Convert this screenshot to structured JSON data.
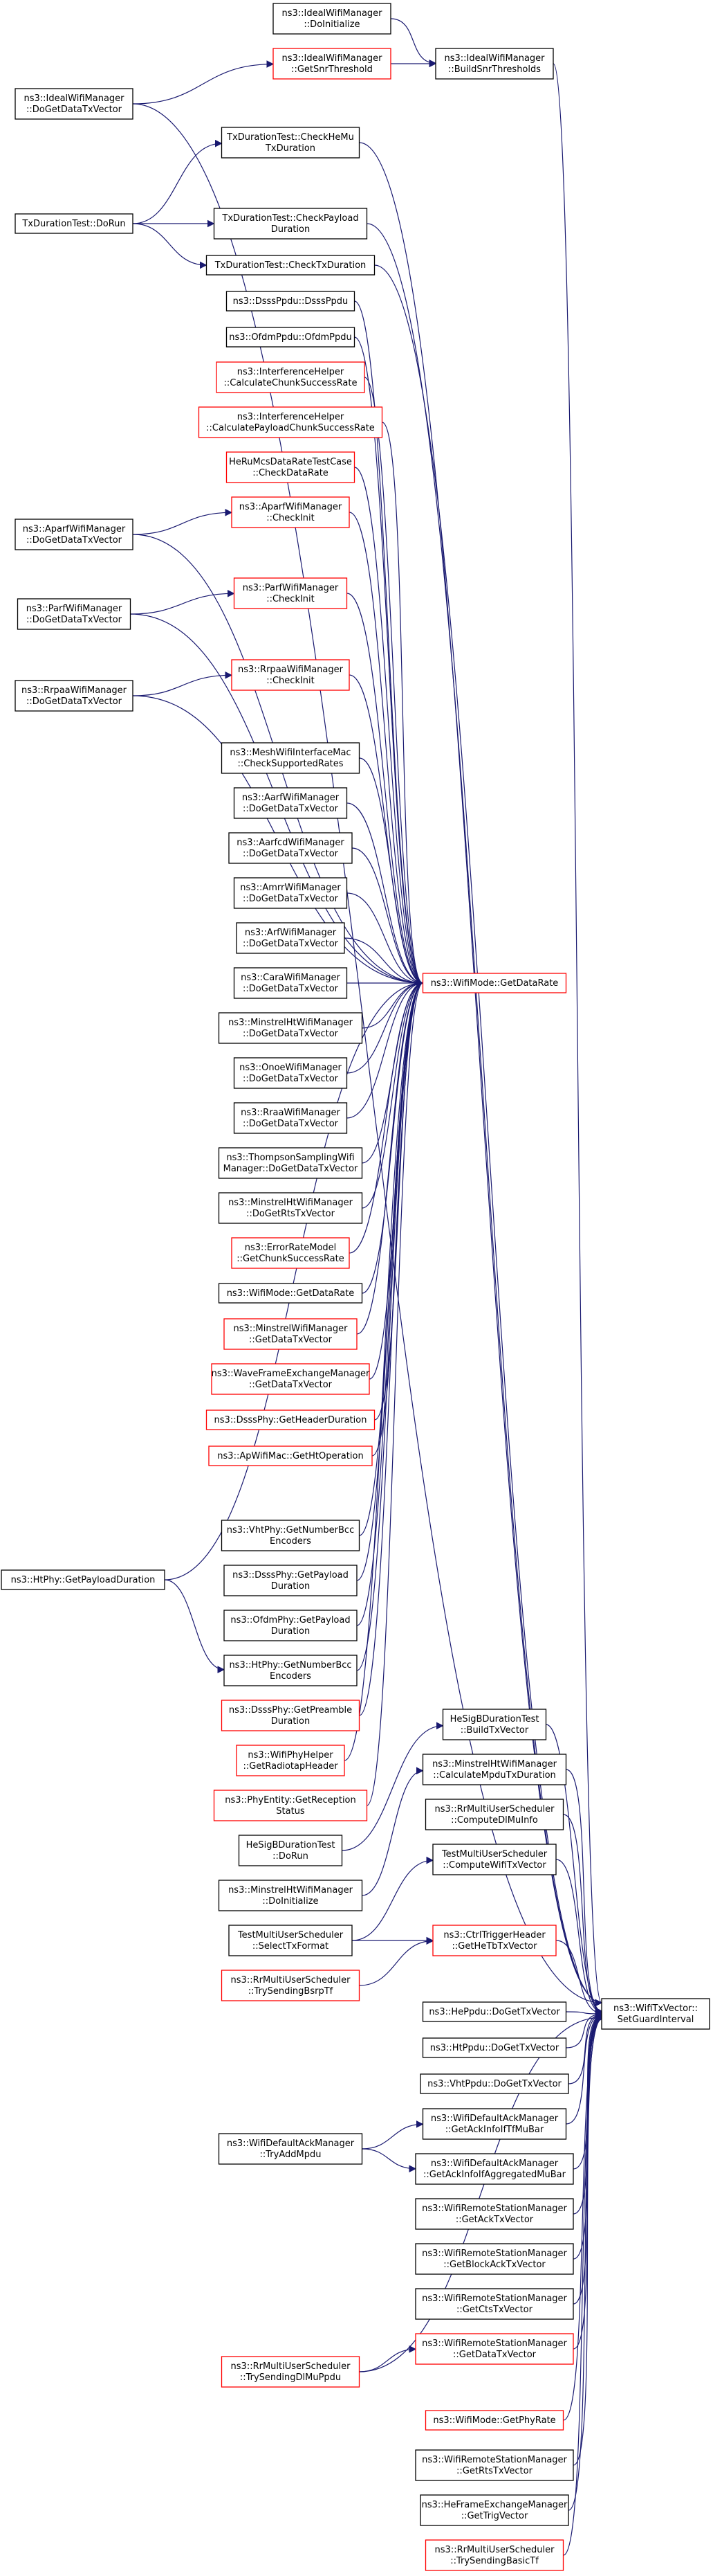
{
  "graph": {
    "type": "call-graph",
    "colors": {
      "edge": "#191970",
      "documented_border": "#000000",
      "undocumented_border": "#ff0000",
      "target_fill": "#bfbfbf",
      "default_fill": "#ffffff"
    },
    "nodes": [
      {
        "id": "target",
        "lines": [
          "ns3::WifiTxVector::",
          "SetGuardInterval"
        ],
        "border": "black",
        "highlight": true
      },
      {
        "id": "ideal_doinit",
        "lines": [
          "ns3::IdealWifiManager",
          "::DoInitialize"
        ],
        "border": "black"
      },
      {
        "id": "ideal_getsnr",
        "lines": [
          "ns3::IdealWifiManager",
          "::GetSnrThreshold"
        ],
        "border": "red"
      },
      {
        "id": "ideal_build",
        "lines": [
          "ns3::IdealWifiManager",
          "::BuildSnrThresholds"
        ],
        "border": "black"
      },
      {
        "id": "ideal_dogetdata",
        "lines": [
          "ns3::IdealWifiManager",
          "::DoGetDataTxVector"
        ],
        "border": "black"
      },
      {
        "id": "txdur_checkhemu",
        "lines": [
          "TxDurationTest::CheckHeMu",
          "TxDuration"
        ],
        "border": "black"
      },
      {
        "id": "txdur_dorun",
        "lines": [
          "TxDurationTest::DoRun"
        ],
        "border": "black"
      },
      {
        "id": "txdur_checkpayload",
        "lines": [
          "TxDurationTest::CheckPayload",
          "Duration"
        ],
        "border": "black"
      },
      {
        "id": "txdur_checktx",
        "lines": [
          "TxDurationTest::CheckTxDuration"
        ],
        "border": "black"
      },
      {
        "id": "dsss_ppdu",
        "lines": [
          "ns3::DsssPpdu::DsssPpdu"
        ],
        "border": "black"
      },
      {
        "id": "ofdm_ppdu",
        "lines": [
          "ns3::OfdmPpdu::OfdmPpdu"
        ],
        "border": "black"
      },
      {
        "id": "ih_chunk",
        "lines": [
          "ns3::InterferenceHelper",
          "::CalculateChunkSuccessRate"
        ],
        "border": "red"
      },
      {
        "id": "ih_payload",
        "lines": [
          "ns3::InterferenceHelper",
          "::CalculatePayloadChunkSuccessRate"
        ],
        "border": "red"
      },
      {
        "id": "heru_check",
        "lines": [
          "HeRuMcsDataRateTestCase",
          "::CheckDataRate"
        ],
        "border": "red"
      },
      {
        "id": "aparf_checkinit",
        "lines": [
          "ns3::AparfWifiManager",
          "::CheckInit"
        ],
        "border": "red"
      },
      {
        "id": "aparf_dogetdata",
        "lines": [
          "ns3::AparfWifiManager",
          "::DoGetDataTxVector"
        ],
        "border": "black"
      },
      {
        "id": "parf_checkinit",
        "lines": [
          "ns3::ParfWifiManager",
          "::CheckInit"
        ],
        "border": "red"
      },
      {
        "id": "parf_dogetdata",
        "lines": [
          "ns3::ParfWifiManager",
          "::DoGetDataTxVector"
        ],
        "border": "black"
      },
      {
        "id": "rrpaa_checkinit",
        "lines": [
          "ns3::RrpaaWifiManager",
          "::CheckInit"
        ],
        "border": "red"
      },
      {
        "id": "rrpaa_dogetdata",
        "lines": [
          "ns3::RrpaaWifiManager",
          "::DoGetDataTxVector"
        ],
        "border": "black"
      },
      {
        "id": "mesh_check",
        "lines": [
          "ns3::MeshWifiInterfaceMac",
          "::CheckSupportedRates"
        ],
        "border": "black"
      },
      {
        "id": "aarf_dogetdata",
        "lines": [
          "ns3::AarfWifiManager",
          "::DoGetDataTxVector"
        ],
        "border": "black"
      },
      {
        "id": "aarfcd_dogetdata",
        "lines": [
          "ns3::AarfcdWifiManager",
          "::DoGetDataTxVector"
        ],
        "border": "black"
      },
      {
        "id": "amrr_dogetdata",
        "lines": [
          "ns3::AmrrWifiManager",
          "::DoGetDataTxVector"
        ],
        "border": "black"
      },
      {
        "id": "arf_dogetdata",
        "lines": [
          "ns3::ArfWifiManager",
          "::DoGetDataTxVector"
        ],
        "border": "black"
      },
      {
        "id": "cara_dogetdata",
        "lines": [
          "ns3::CaraWifiManager",
          "::DoGetDataTxVector"
        ],
        "border": "black"
      },
      {
        "id": "wifimode_getdatarate_red",
        "lines": [
          "ns3::WifiMode::GetDataRate"
        ],
        "border": "red"
      },
      {
        "id": "minstrelht_dogetdata",
        "lines": [
          "ns3::MinstrelHtWifiManager",
          "::DoGetDataTxVector"
        ],
        "border": "black"
      },
      {
        "id": "onoe_dogetdata",
        "lines": [
          "ns3::OnoeWifiManager",
          "::DoGetDataTxVector"
        ],
        "border": "black"
      },
      {
        "id": "rraa_dogetdata",
        "lines": [
          "ns3::RraaWifiManager",
          "::DoGetDataTxVector"
        ],
        "border": "black"
      },
      {
        "id": "thompson_dogetdata",
        "lines": [
          "ns3::ThompsonSamplingWifi",
          "Manager::DoGetDataTxVector"
        ],
        "border": "black"
      },
      {
        "id": "minstrelht_dogetrts",
        "lines": [
          "ns3::MinstrelHtWifiManager",
          "::DoGetRtsTxVector"
        ],
        "border": "black"
      },
      {
        "id": "errrate_getchunk",
        "lines": [
          "ns3::ErrorRateModel",
          "::GetChunkSuccessRate"
        ],
        "border": "red"
      },
      {
        "id": "wifimode_getdatarate",
        "lines": [
          "ns3::WifiMode::GetDataRate"
        ],
        "border": "black"
      },
      {
        "id": "minstrel_getdata",
        "lines": [
          "ns3::MinstrelWifiManager",
          "::GetDataTxVector"
        ],
        "border": "red"
      },
      {
        "id": "wave_getdata",
        "lines": [
          "ns3::WaveFrameExchangeManager",
          "::GetDataTxVector"
        ],
        "border": "red"
      },
      {
        "id": "dsssphy_header",
        "lines": [
          "ns3::DsssPhy::GetHeaderDuration"
        ],
        "border": "red"
      },
      {
        "id": "apwifimac_ht",
        "lines": [
          "ns3::ApWifiMac::GetHtOperation"
        ],
        "border": "red"
      },
      {
        "id": "htphy_payload",
        "lines": [
          "ns3::HtPhy::GetPayloadDuration"
        ],
        "border": "black"
      },
      {
        "id": "vhtphy_nbcc",
        "lines": [
          "ns3::VhtPhy::GetNumberBcc",
          "Encoders"
        ],
        "border": "black"
      },
      {
        "id": "dsssphy_payload",
        "lines": [
          "ns3::DsssPhy::GetPayload",
          "Duration"
        ],
        "border": "black"
      },
      {
        "id": "ofdmphy_payload",
        "lines": [
          "ns3::OfdmPhy::GetPayload",
          "Duration"
        ],
        "border": "black"
      },
      {
        "id": "htphy_nbcc",
        "lines": [
          "ns3::HtPhy::GetNumberBcc",
          "Encoders"
        ],
        "border": "black"
      },
      {
        "id": "dsssphy_preamble",
        "lines": [
          "ns3::DsssPhy::GetPreamble",
          "Duration"
        ],
        "border": "red"
      },
      {
        "id": "wifiphyhelper_radiotap",
        "lines": [
          "ns3::WifiPhyHelper",
          "::GetRadiotapHeader"
        ],
        "border": "red"
      },
      {
        "id": "phyentity_reception",
        "lines": [
          "ns3::PhyEntity::GetReception",
          "Status"
        ],
        "border": "red"
      },
      {
        "id": "hesigb_dorun",
        "lines": [
          "HeSigBDurationTest",
          "::DoRun"
        ],
        "border": "black"
      },
      {
        "id": "minstrelht_doinit",
        "lines": [
          "ns3::MinstrelHtWifiManager",
          "::DoInitialize"
        ],
        "border": "black"
      },
      {
        "id": "hesigb_build",
        "lines": [
          "HeSigBDurationTest",
          "::BuildTxVector"
        ],
        "border": "black"
      },
      {
        "id": "minstrelht_calc",
        "lines": [
          "ns3::MinstrelHtWifiManager",
          "::CalculateMpduTxDuration"
        ],
        "border": "black"
      },
      {
        "id": "rrmu_computedl",
        "lines": [
          "ns3::RrMultiUserScheduler",
          "::ComputeDlMuInfo"
        ],
        "border": "black"
      },
      {
        "id": "testmu_compute",
        "lines": [
          "TestMultiUserScheduler",
          "::ComputeWifiTxVector"
        ],
        "border": "black"
      },
      {
        "id": "testmu_select",
        "lines": [
          "TestMultiUserScheduler",
          "::SelectTxFormat"
        ],
        "border": "black"
      },
      {
        "id": "rrmu_trybsrp",
        "lines": [
          "ns3::RrMultiUserScheduler",
          "::TrySendingBsrpTf"
        ],
        "border": "red"
      },
      {
        "id": "ctrltrigger",
        "lines": [
          "ns3::CtrlTriggerHeader",
          "::GetHeTbTxVector"
        ],
        "border": "red"
      },
      {
        "id": "heppdu",
        "lines": [
          "ns3::HePpdu::DoGetTxVector"
        ],
        "border": "black"
      },
      {
        "id": "htppdu",
        "lines": [
          "ns3::HtPpdu::DoGetTxVector"
        ],
        "border": "black"
      },
      {
        "id": "vhtppdu",
        "lines": [
          "ns3::VhtPpdu::DoGetTxVector"
        ],
        "border": "black"
      },
      {
        "id": "defack_tryadd",
        "lines": [
          "ns3::WifiDefaultAckManager",
          "::TryAddMpdu"
        ],
        "border": "black"
      },
      {
        "id": "defack_getackinfo",
        "lines": [
          "ns3::WifiDefaultAckManager",
          "::GetAckInfoIfTfMuBar"
        ],
        "border": "black"
      },
      {
        "id": "defack_getackagg",
        "lines": [
          "ns3::WifiDefaultAckManager",
          "::GetAckInfoIfAggregatedMuBar"
        ],
        "border": "black"
      },
      {
        "id": "rsm_getack",
        "lines": [
          "ns3::WifiRemoteStationManager",
          "::GetAckTxVector"
        ],
        "border": "black"
      },
      {
        "id": "rsm_getblockack",
        "lines": [
          "ns3::WifiRemoteStationManager",
          "::GetBlockAckTxVector"
        ],
        "border": "black"
      },
      {
        "id": "rsm_getcts",
        "lines": [
          "ns3::WifiRemoteStationManager",
          "::GetCtsTxVector"
        ],
        "border": "black"
      },
      {
        "id": "rrmu_trydlmu",
        "lines": [
          "ns3::RrMultiUserScheduler",
          "::TrySendingDlMuPpdu"
        ],
        "border": "red"
      },
      {
        "id": "rsm_getdata",
        "lines": [
          "ns3::WifiRemoteStationManager",
          "::GetDataTxVector"
        ],
        "border": "red"
      },
      {
        "id": "wifimode_getphyrate",
        "lines": [
          "ns3::WifiMode::GetPhyRate"
        ],
        "border": "red"
      },
      {
        "id": "rsm_getrts",
        "lines": [
          "ns3::WifiRemoteStationManager",
          "::GetRtsTxVector"
        ],
        "border": "black"
      },
      {
        "id": "hefem_gettrig",
        "lines": [
          "ns3::HeFrameExchangeManager",
          "::GetTrigVector"
        ],
        "border": "black"
      },
      {
        "id": "rrmu_trybasic",
        "lines": [
          "ns3::RrMultiUserScheduler",
          "::TrySendingBasicTf"
        ],
        "border": "red"
      }
    ],
    "edges": [
      [
        "ideal_doinit",
        "ideal_build"
      ],
      [
        "ideal_getsnr",
        "ideal_build"
      ],
      [
        "ideal_build",
        "target"
      ],
      [
        "ideal_dogetdata",
        "ideal_getsnr"
      ],
      [
        "ideal_dogetdata",
        "target"
      ],
      [
        "txdur_checkhemu",
        "target"
      ],
      [
        "txdur_dorun",
        "txdur_checkhemu"
      ],
      [
        "txdur_dorun",
        "txdur_checkpayload"
      ],
      [
        "txdur_dorun",
        "txdur_checktx"
      ],
      [
        "txdur_checkpayload",
        "target"
      ],
      [
        "txdur_checktx",
        "target"
      ],
      [
        "dsss_ppdu",
        "wifimode_getdatarate_red"
      ],
      [
        "ofdm_ppdu",
        "wifimode_getdatarate_red"
      ],
      [
        "ih_chunk",
        "wifimode_getdatarate_red"
      ],
      [
        "ih_payload",
        "wifimode_getdatarate_red"
      ],
      [
        "heru_check",
        "wifimode_getdatarate_red"
      ],
      [
        "aparf_checkinit",
        "wifimode_getdatarate_red"
      ],
      [
        "aparf_dogetdata",
        "aparf_checkinit"
      ],
      [
        "aparf_dogetdata",
        "wifimode_getdatarate_red"
      ],
      [
        "parf_checkinit",
        "wifimode_getdatarate_red"
      ],
      [
        "parf_dogetdata",
        "parf_checkinit"
      ],
      [
        "parf_dogetdata",
        "wifimode_getdatarate_red"
      ],
      [
        "rrpaa_checkinit",
        "wifimode_getdatarate_red"
      ],
      [
        "rrpaa_dogetdata",
        "rrpaa_checkinit"
      ],
      [
        "rrpaa_dogetdata",
        "wifimode_getdatarate_red"
      ],
      [
        "mesh_check",
        "wifimode_getdatarate_red"
      ],
      [
        "aarf_dogetdata",
        "wifimode_getdatarate_red"
      ],
      [
        "aarfcd_dogetdata",
        "wifimode_getdatarate_red"
      ],
      [
        "amrr_dogetdata",
        "wifimode_getdatarate_red"
      ],
      [
        "arf_dogetdata",
        "wifimode_getdatarate_red"
      ],
      [
        "cara_dogetdata",
        "wifimode_getdatarate_red"
      ],
      [
        "minstrelht_dogetdata",
        "wifimode_getdatarate_red"
      ],
      [
        "onoe_dogetdata",
        "wifimode_getdatarate_red"
      ],
      [
        "rraa_dogetdata",
        "wifimode_getdatarate_red"
      ],
      [
        "thompson_dogetdata",
        "wifimode_getdatarate_red"
      ],
      [
        "minstrelht_dogetrts",
        "wifimode_getdatarate_red"
      ],
      [
        "errrate_getchunk",
        "wifimode_getdatarate_red"
      ],
      [
        "wifimode_getdatarate",
        "wifimode_getdatarate_red"
      ],
      [
        "minstrel_getdata",
        "wifimode_getdatarate_red"
      ],
      [
        "wave_getdata",
        "wifimode_getdatarate_red"
      ],
      [
        "dsssphy_header",
        "wifimode_getdatarate_red"
      ],
      [
        "apwifimac_ht",
        "wifimode_getdatarate_red"
      ],
      [
        "htphy_payload",
        "wifimode_getdatarate_red"
      ],
      [
        "htphy_payload",
        "htphy_nbcc"
      ],
      [
        "vhtphy_nbcc",
        "wifimode_getdatarate_red"
      ],
      [
        "dsssphy_payload",
        "wifimode_getdatarate_red"
      ],
      [
        "ofdmphy_payload",
        "wifimode_getdatarate_red"
      ],
      [
        "htphy_nbcc",
        "wifimode_getdatarate_red"
      ],
      [
        "dsssphy_preamble",
        "wifimode_getdatarate_red"
      ],
      [
        "wifiphyhelper_radiotap",
        "wifimode_getdatarate_red"
      ],
      [
        "phyentity_reception",
        "wifimode_getdatarate_red"
      ],
      [
        "hesigb_dorun",
        "hesigb_build"
      ],
      [
        "minstrelht_doinit",
        "minstrelht_calc"
      ],
      [
        "hesigb_build",
        "target"
      ],
      [
        "minstrelht_calc",
        "target"
      ],
      [
        "rrmu_computedl",
        "target"
      ],
      [
        "testmu_compute",
        "target"
      ],
      [
        "testmu_select",
        "testmu_compute"
      ],
      [
        "testmu_select",
        "ctrltrigger"
      ],
      [
        "rrmu_trybsrp",
        "ctrltrigger"
      ],
      [
        "ctrltrigger",
        "target"
      ],
      [
        "heppdu",
        "target"
      ],
      [
        "htppdu",
        "target"
      ],
      [
        "vhtppdu",
        "target"
      ],
      [
        "defack_tryadd",
        "defack_getackinfo"
      ],
      [
        "defack_tryadd",
        "defack_getackagg"
      ],
      [
        "defack_getackinfo",
        "target"
      ],
      [
        "defack_getackagg",
        "target"
      ],
      [
        "rsm_getack",
        "target"
      ],
      [
        "rsm_getblockack",
        "target"
      ],
      [
        "rsm_getcts",
        "target"
      ],
      [
        "rrmu_trydlmu",
        "rsm_getdata"
      ],
      [
        "rrmu_trydlmu",
        "target"
      ],
      [
        "rsm_getdata",
        "target"
      ],
      [
        "wifimode_getphyrate",
        "target"
      ],
      [
        "rsm_getrts",
        "target"
      ],
      [
        "hefem_gettrig",
        "target"
      ],
      [
        "rrmu_trybasic",
        "target"
      ]
    ]
  }
}
